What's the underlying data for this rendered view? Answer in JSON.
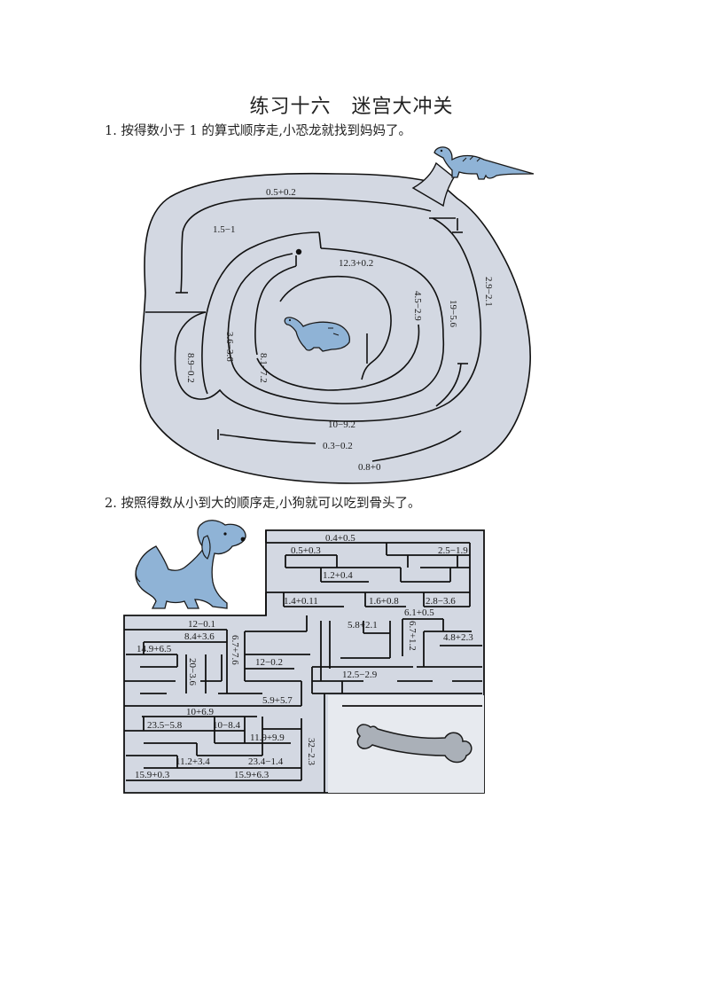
{
  "page": {
    "title": "练习十六　迷宫大冲关"
  },
  "questions": [
    {
      "text": "1. 按得数小于 1 的算式顺序走,小恐龙就找到妈妈了。",
      "labels": [
        "0.5+0.2",
        "1.5−1",
        "12.3+0.2",
        "4.5−2.9",
        "19−5.6",
        "2.9−2.1",
        "3.6−3.6",
        "8.1−7.2",
        "8.9−0.2",
        "10−9.2",
        "0.3−0.2",
        "0.8+0"
      ]
    },
    {
      "text": "2. 按照得数从小到大的顺序走,小狗就可以吃到骨头了。",
      "labels": [
        "0.4+0.5",
        "0.5+0.3",
        "2.5−1.9",
        "1.2+0.4",
        "1.4+0.11",
        "1.6+0.8",
        "2.8−3.6",
        "6.1+0.5",
        "12−0.1",
        "5.8+2.1",
        "6.7+1.2",
        "4.8+2.3",
        "8.4+3.6",
        "6.7+7.6",
        "14.9+6.5",
        "20−3.6",
        "12−0.2",
        "12.5−2.9",
        "5.9+5.7",
        "10+6.9",
        "23.5−5.8",
        "10−8.4",
        "11.9+9.9",
        "32−2.3",
        "11.2+3.4",
        "23.4−1.4",
        "15.9+0.3",
        "15.9+6.3"
      ]
    }
  ],
  "colors": {
    "maze_fill": "#d3d8e2",
    "wall": "#111111",
    "animal_blue": "#8fb3d6"
  },
  "icons": [
    "dinosaur-icon",
    "baby-dinosaur-icon",
    "dog-icon",
    "bone-icon"
  ]
}
